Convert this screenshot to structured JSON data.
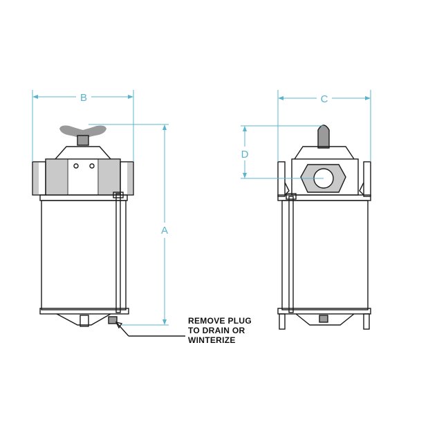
{
  "dimensions": {
    "a": "A",
    "b": "B",
    "c": "C",
    "d": "D"
  },
  "note": {
    "line1": "REMOVE PLUG",
    "line2": "TO DRAIN OR",
    "line3": "WINTERIZE"
  },
  "colors": {
    "dimension": "#5ab4cc",
    "linework": "#1a1a1a",
    "shading": "#c9c9c9"
  }
}
